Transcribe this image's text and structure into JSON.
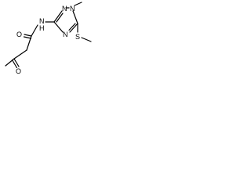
{
  "structure": {
    "atoms": {
      "amide_nh": "N",
      "amide_h": "H",
      "ring_n1": "N",
      "ring_n4": "N",
      "ring_n_methyl": "N",
      "amide_o": "O",
      "ketone_o": "O",
      "thio_s": "S"
    }
  }
}
